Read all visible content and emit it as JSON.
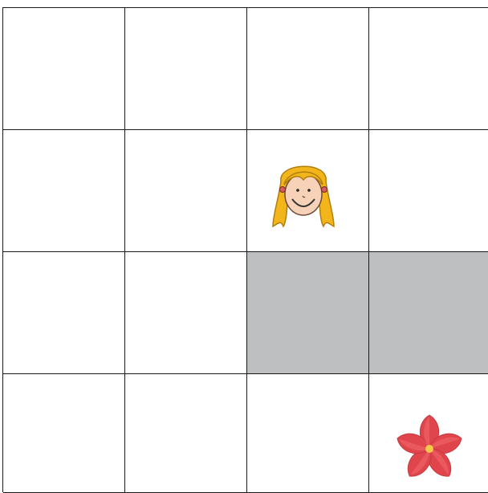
{
  "grid": {
    "rows": 4,
    "cols": 4,
    "blocked_cells": [
      {
        "row": 2,
        "col": 2
      },
      {
        "row": 2,
        "col": 3
      }
    ],
    "colors": {
      "line": "#1a1a1a",
      "empty": "#ffffff",
      "blocked": "#bebfc1"
    }
  },
  "pieces": [
    {
      "kind": "girl",
      "icon": "girl-face-icon",
      "row": 1,
      "col": 2
    },
    {
      "kind": "flower",
      "icon": "red-flower-icon",
      "row": 3,
      "col": 3
    }
  ],
  "icons": {
    "girl-face-icon": {
      "hair": "#f2b61b",
      "skin": "#f7d2b8",
      "bow": "#d85a5a"
    },
    "red-flower-icon": {
      "petal": "#e0454b",
      "center": "#f6c84a"
    }
  }
}
